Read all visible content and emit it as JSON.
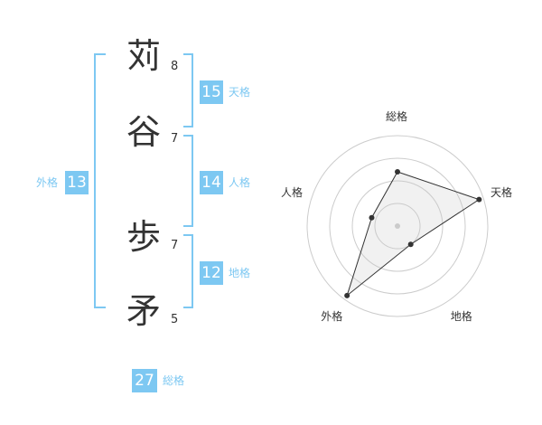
{
  "name": {
    "chars": [
      {
        "char": "苅",
        "strokes": "8"
      },
      {
        "char": "谷",
        "strokes": "7"
      },
      {
        "char": "歩",
        "strokes": "7"
      },
      {
        "char": "矛",
        "strokes": "5"
      }
    ]
  },
  "fortune": {
    "tenkaku": {
      "value": "15",
      "label": "天格"
    },
    "jinkaku": {
      "value": "14",
      "label": "人格"
    },
    "chikaku": {
      "value": "12",
      "label": "地格"
    },
    "gaikaku": {
      "value": "13",
      "label": "外格"
    },
    "soukaku": {
      "value": "27",
      "label": "総格"
    }
  },
  "colors": {
    "accent": "#7dc8f2",
    "text": "#333333",
    "grid": "#cccccc"
  },
  "chart_data": {
    "type": "radar",
    "axes": [
      "総格",
      "天格",
      "地格",
      "外格",
      "人格"
    ],
    "values": [
      0.6,
      0.95,
      0.25,
      0.95,
      0.3
    ],
    "range": [
      0,
      1
    ],
    "rings": 4
  }
}
